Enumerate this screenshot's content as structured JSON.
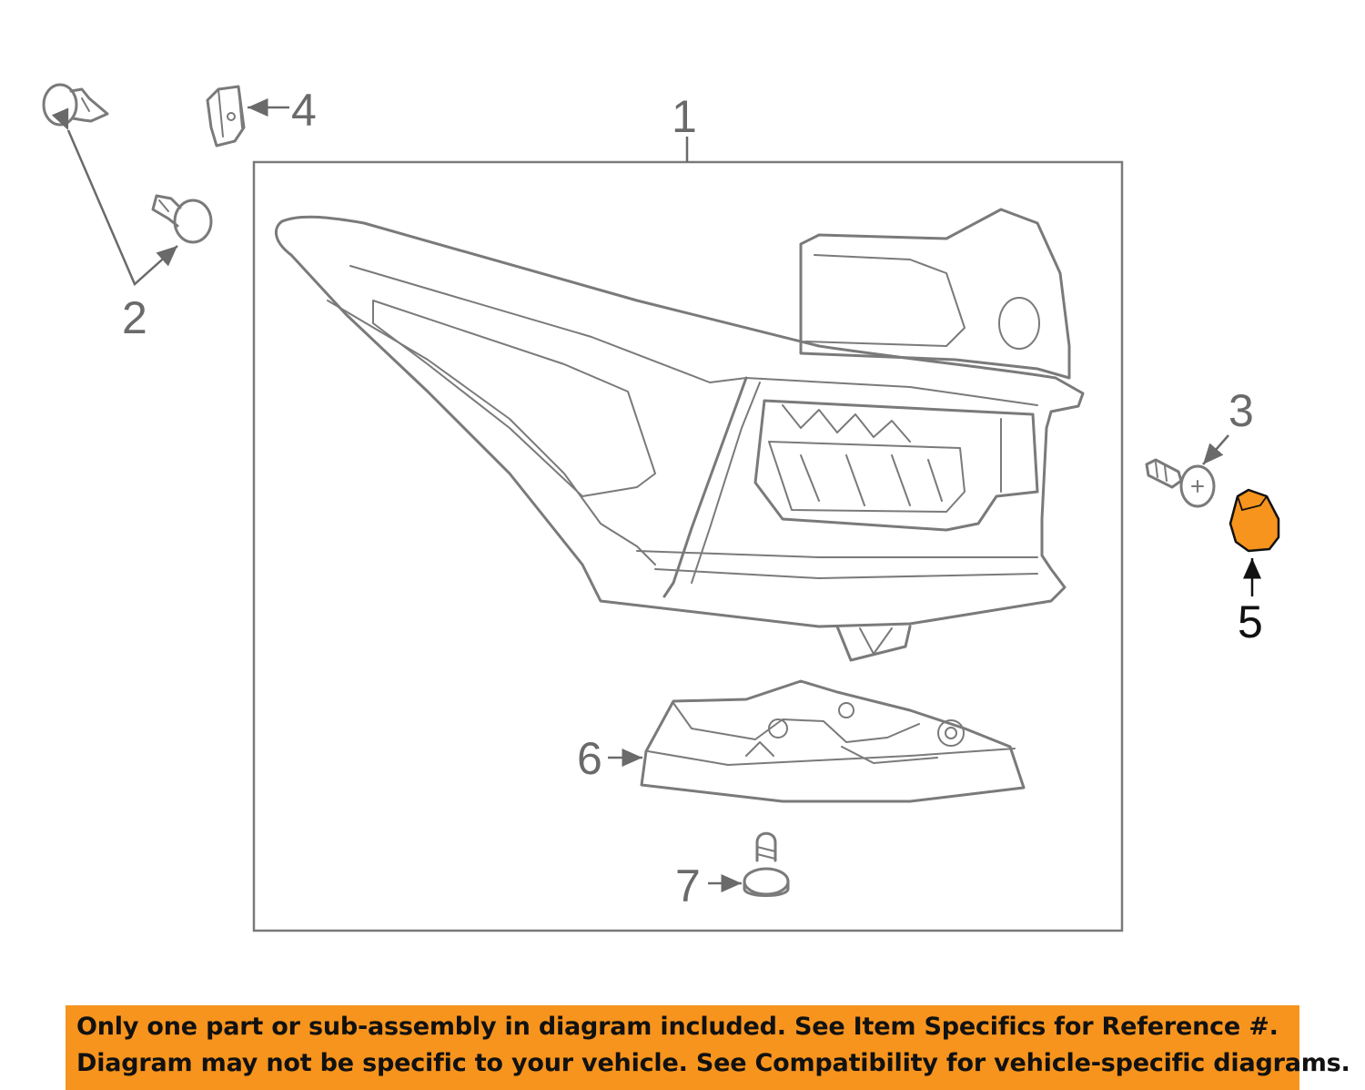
{
  "callouts": {
    "c1": "1",
    "c2": "2",
    "c3": "3",
    "c4": "4",
    "c5": "5",
    "c6": "6",
    "c7": "7"
  },
  "highlighted_part": "5",
  "colors": {
    "highlight": "#f7941d",
    "line_art": "#7a7a7a",
    "banner": "#f7941d"
  },
  "notice": {
    "line1": "Only one part or sub-assembly in diagram included. See Item Specifics for Reference #.",
    "line2": "Diagram may not be specific to your vehicle. See Compatibility for vehicle-specific diagrams."
  }
}
